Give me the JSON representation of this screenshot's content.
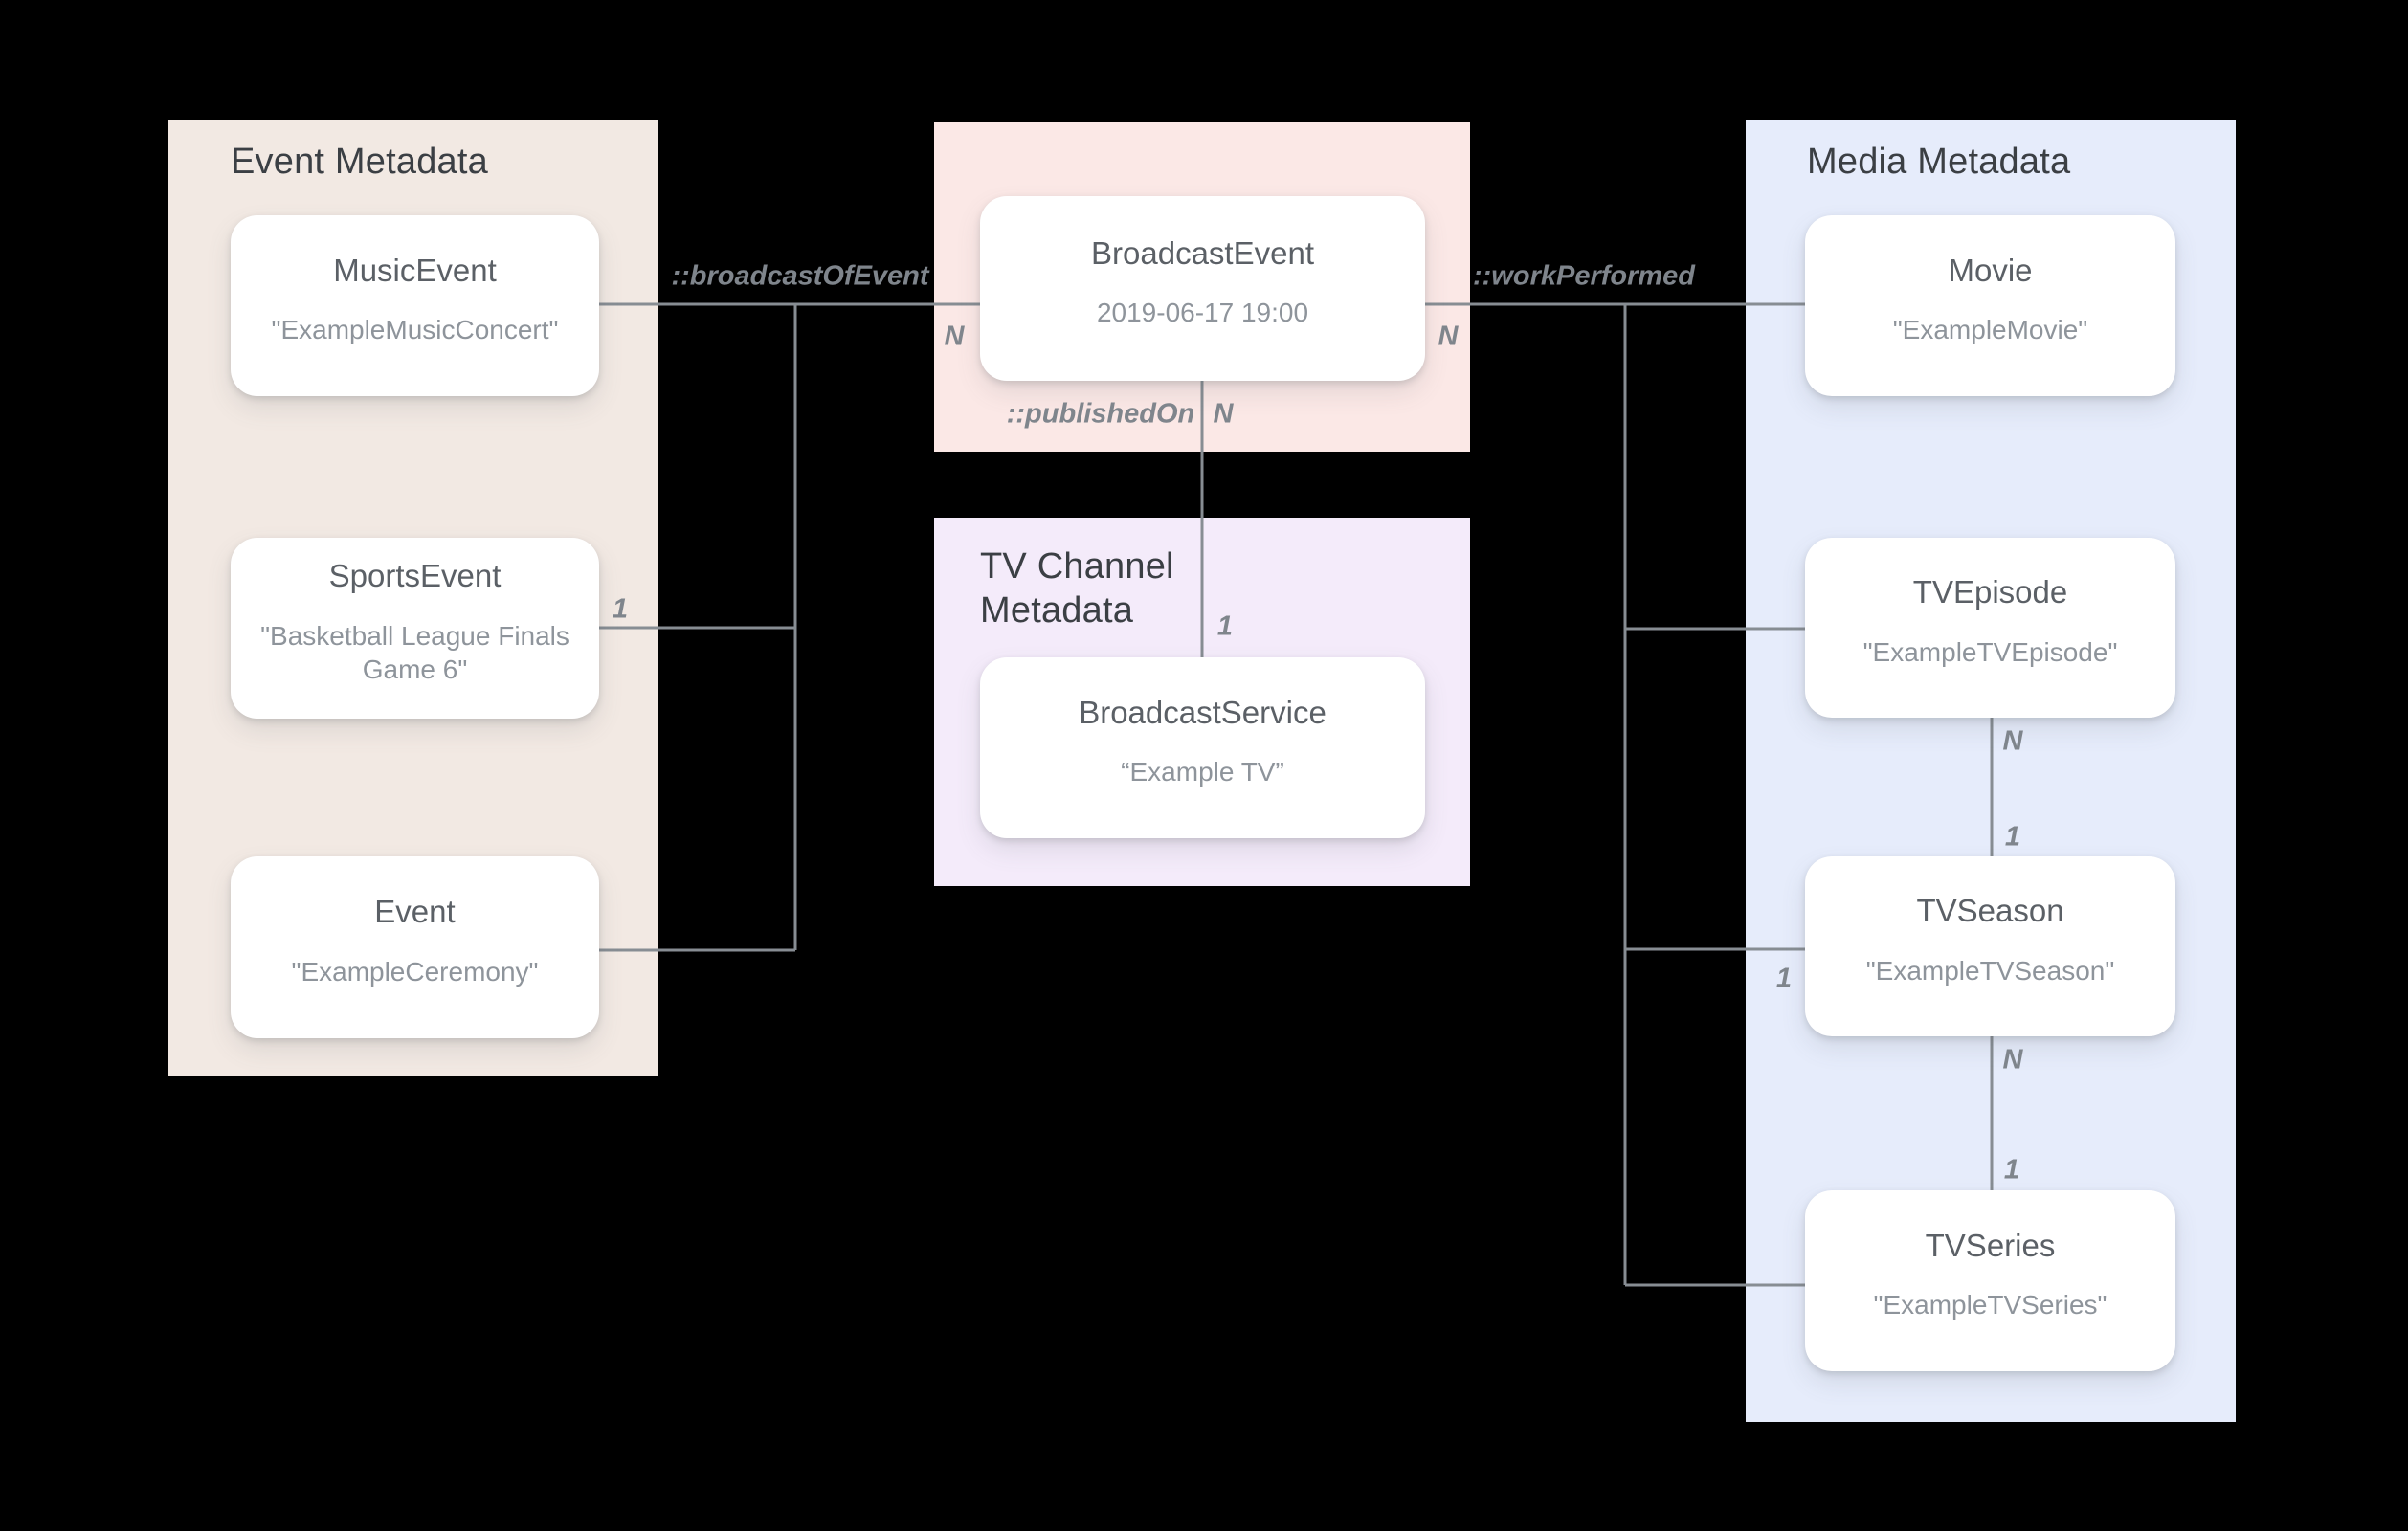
{
  "panels": {
    "event": {
      "title": "Event Metadata"
    },
    "tv_channel": {
      "title": "TV Channel Metadata"
    },
    "media": {
      "title": "Media Metadata"
    }
  },
  "nodes": {
    "music_event": {
      "type": "MusicEvent",
      "name": "\"ExampleMusicConcert\""
    },
    "sports_event": {
      "type": "SportsEvent",
      "name": "\"Basketball League Finals Game 6\""
    },
    "event": {
      "type": "Event",
      "name": "\"ExampleCeremony\""
    },
    "broadcast_event": {
      "type": "BroadcastEvent",
      "name": "2019-06-17 19:00"
    },
    "broadcast_service": {
      "type": "BroadcastService",
      "name": "“Example TV”"
    },
    "movie": {
      "type": "Movie",
      "name": "\"ExampleMovie\""
    },
    "tv_episode": {
      "type": "TVEpisode",
      "name": "\"ExampleTVEpisode\""
    },
    "tv_season": {
      "type": "TVSeason",
      "name": "\"ExampleTVSeason\""
    },
    "tv_series": {
      "type": "TVSeries",
      "name": "\"ExampleTVSeries\""
    }
  },
  "edges": {
    "broadcast_of_event": "::broadcastOfEvent",
    "work_performed": "::workPerformed",
    "published_on": "::publishedOn"
  },
  "cardinalities": {
    "broadcast_event_left_n": "N",
    "broadcast_event_right_n": "N",
    "published_on_n": "N",
    "tv_channel_1": "1",
    "sports_event_1": "1",
    "tv_season_branch_1": "1",
    "episode_bottom_n": "N",
    "episode_season_1": "1",
    "season_bottom_n": "N",
    "season_series_1": "1"
  },
  "colors": {
    "background": "#000000",
    "event_panel": "#f2e9e3",
    "broadcast_panel": "#fbe8e6",
    "tv_channel_panel": "#f4ebfa",
    "media_panel": "#e6ecfb",
    "card": "#ffffff",
    "connector": "#878d93",
    "panel_title": "#3b3f44",
    "node_title": "#5b6066",
    "node_value": "#8e949b",
    "edge_label": "#7f858c"
  }
}
